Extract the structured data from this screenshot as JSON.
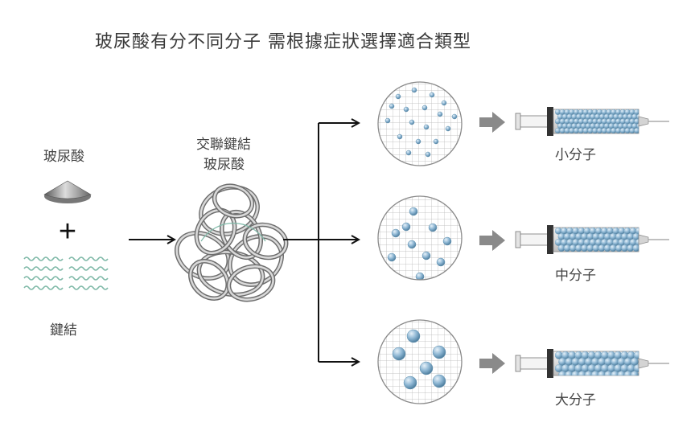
{
  "title": "玻尿酸有分不同分子 需根據症狀選擇適合類型",
  "inputs": {
    "hyaluronic_acid": "玻尿酸",
    "plus": "+",
    "crosslinker": "鍵結"
  },
  "crosslinked_label": [
    "交聯鍵結",
    "玻尿酸"
  ],
  "outputs": [
    {
      "label": "小分子",
      "size": "small"
    },
    {
      "label": "中分子",
      "size": "medium"
    },
    {
      "label": "大分子",
      "size": "large"
    }
  ],
  "colors": {
    "particle": "#8db6d3",
    "particle_highlight": "#dbeaf5",
    "wave": "#7fb9a8",
    "arrow": "#111111",
    "gray_arrow": "#8a8a8a"
  }
}
